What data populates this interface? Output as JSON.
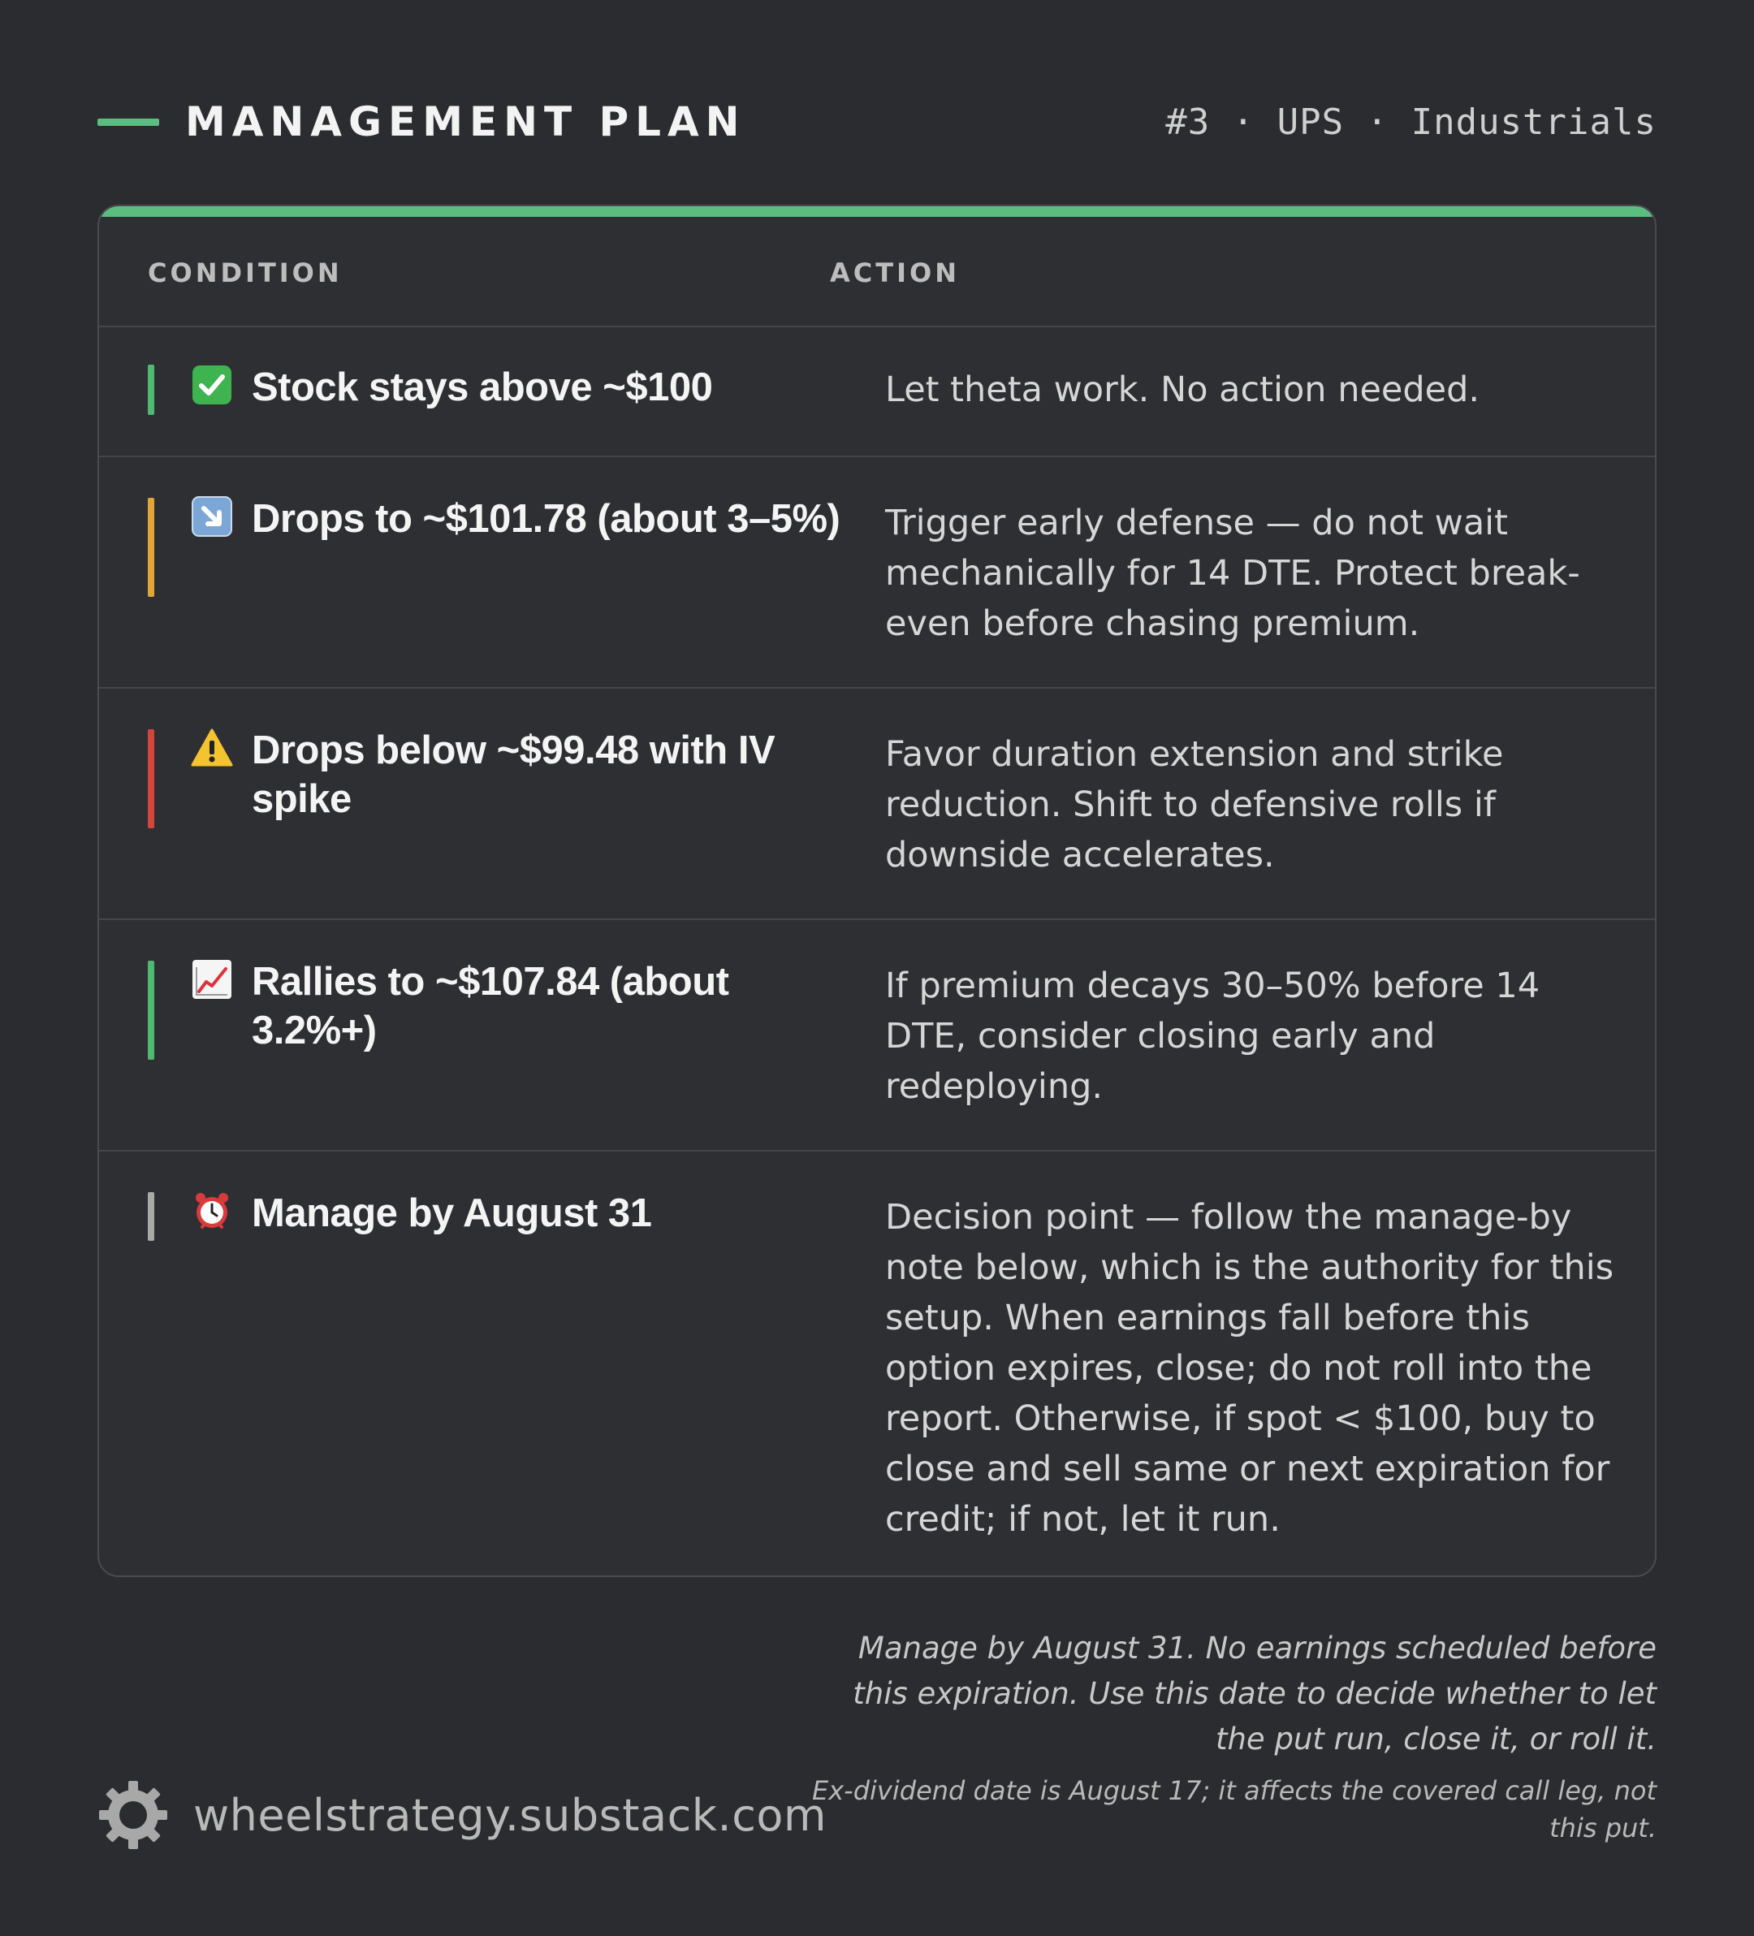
{
  "header": {
    "title": "MANAGEMENT PLAN",
    "meta": "#3 · UPS · Industrials",
    "accent_color": "#5dbd80"
  },
  "table": {
    "columns": {
      "condition": "CONDITION",
      "action": "ACTION"
    },
    "rows": [
      {
        "icon": "check-mark-button-icon",
        "bar_color": "#4fb872",
        "condition": "Stock stays above ~$100",
        "action": "Let theta work. No action needed."
      },
      {
        "icon": "down-right-arrow-icon",
        "bar_color": "#e0a63a",
        "condition": "Drops to ~$101.78 (about 3–5%)",
        "action": "Trigger early defense — do not wait mechanically for 14 DTE. Protect break-even before chasing premium."
      },
      {
        "icon": "warning-icon",
        "bar_color": "#d2463c",
        "condition": "Drops below ~$99.48 with IV spike",
        "action": "Favor duration extension and strike reduction. Shift to defensive rolls if downside accelerates."
      },
      {
        "icon": "chart-increasing-icon",
        "bar_color": "#4fb872",
        "condition": "Rallies to ~$107.84 (about 3.2%+)",
        "action": "If premium decays 30–50% before 14 DTE, consider closing early and redeploying."
      },
      {
        "icon": "alarm-clock-icon",
        "bar_color": "#a9a9a9",
        "condition": "Manage by August 31",
        "action": "Decision point — follow the manage-by note below, which is the authority for this setup. When earnings fall before this option expires, close; do not roll into the report. Otherwise, if spot < $100, buy to close and sell same or next expiration for credit; if not, let it run."
      }
    ]
  },
  "footnote": "Manage by August 31. No earnings scheduled before this expiration. Use this date to decide whether to let the put run, close it, or roll it.",
  "footnote_small": "Ex-dividend date is August 17; it affects the covered call leg, not this put.",
  "brand": {
    "icon": "gear-icon",
    "text": "wheelstrategy.substack.com"
  }
}
